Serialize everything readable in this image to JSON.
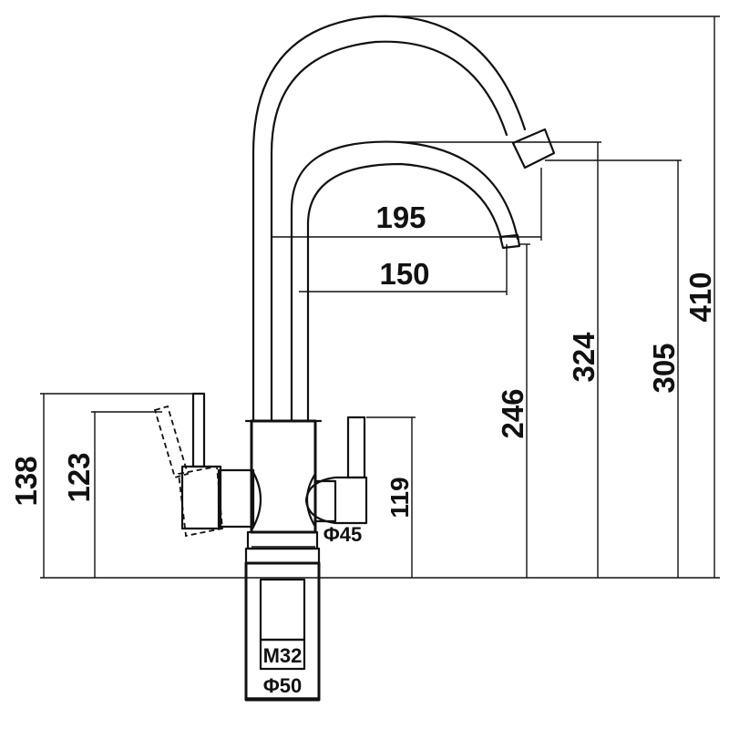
{
  "dimensions": {
    "total_height": "410",
    "spout_height_outer": "324",
    "spout_height_inner": "305",
    "outlet_height": "246",
    "handle_height": "119",
    "side_lever_max": "138",
    "side_lever_min": "123",
    "reach_outer": "195",
    "reach_inner": "150",
    "body_diameter": "Φ45",
    "thread_size": "M32",
    "base_diameter": "Φ50"
  }
}
